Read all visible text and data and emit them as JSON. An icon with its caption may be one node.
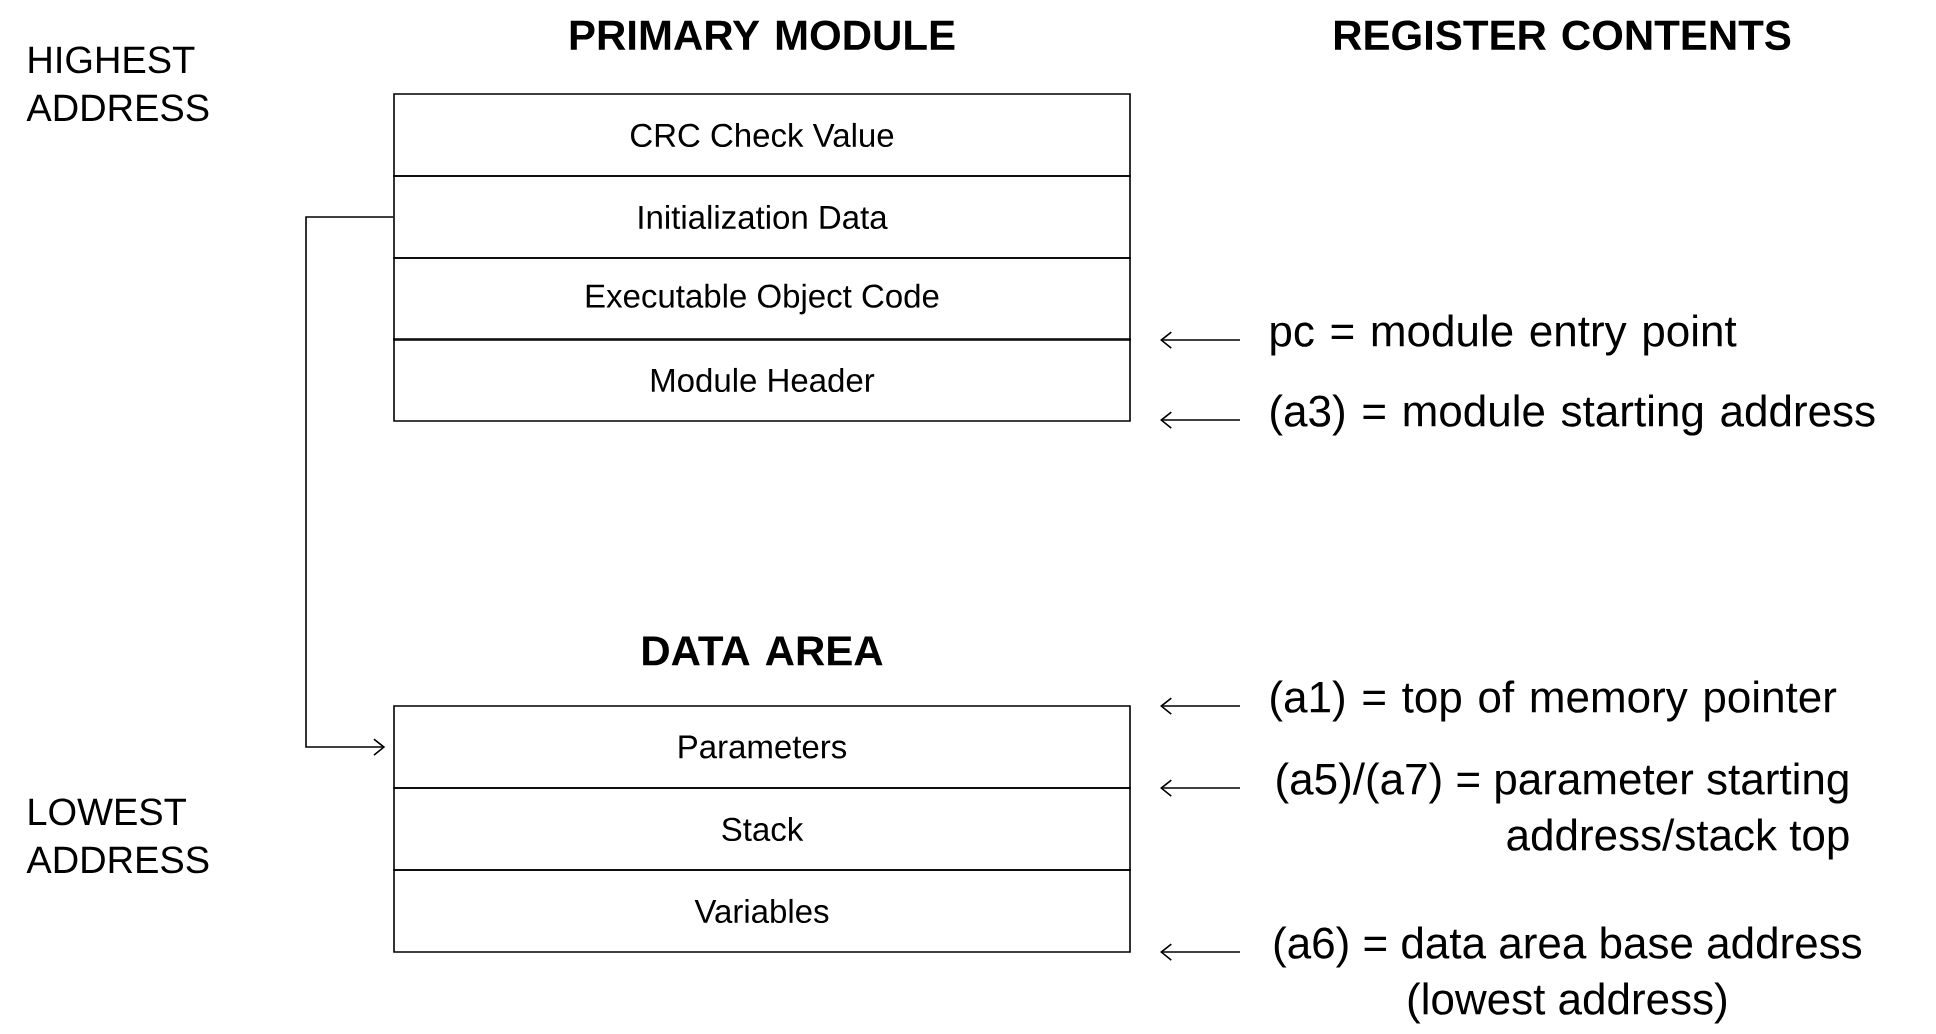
{
  "diagram": {
    "nodes": [
      {
        "text": [
          "CRC Check Value"
        ]
      },
      {
        "text": [
          "Initialization Data"
        ]
      },
      {
        "text": [
          "Executable Object Code"
        ]
      },
      {
        "text": [
          "Module Header"
        ]
      },
      {
        "text": [
          "Parameters"
        ]
      },
      {
        "text": [
          "Stack"
        ]
      },
      {
        "text": [
          "Variables"
        ]
      },
      {
        "text": [
          "pc = module entry point"
        ]
      },
      {
        "text": [
          "(a3) = module starting address"
        ]
      },
      {
        "text": [
          "(a1) = top of memory pointer"
        ]
      },
      {
        "text": [
          "(a5)/(a7) = parameter starting address/stack top"
        ]
      },
      {
        "text": [
          "(a6) = data area base address (lowest address)"
        ]
      }
    ],
    "edges": [
      {
        "from": 1,
        "to": 4,
        "arrow": "to"
      },
      {
        "from": 7,
        "to": null,
        "arrow": "to"
      },
      {
        "from": 8,
        "to": null,
        "arrow": "to"
      },
      {
        "from": 9,
        "to": null,
        "arrow": "to"
      },
      {
        "from": 10,
        "to": null,
        "arrow": "to"
      },
      {
        "from": 11,
        "to": null,
        "arrow": "to"
      }
    ],
    "labels": [
      "PRIMARY MODULE",
      "REGISTER CONTENTS",
      "HIGHEST ADDRESS",
      "DATA AREA",
      "LOWEST ADDRESS"
    ]
  }
}
